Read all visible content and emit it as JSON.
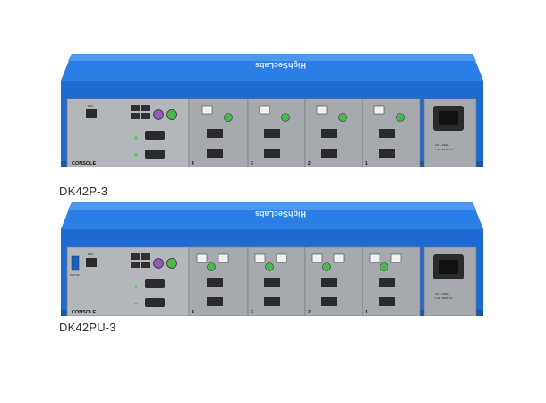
{
  "products": [
    {
      "model": "DK42P-3",
      "brand": "HighSecLabs",
      "console_label": "CONSOLE",
      "port_numbers": [
        "4",
        "3",
        "2",
        "1"
      ],
      "rdc_label": "RDC",
      "power_label_line1": "100 - 240V~",
      "power_label_line2": "1.2A, 50/60 Hz",
      "variant": "p"
    },
    {
      "model": "DK42PU-3",
      "brand": "HighSecLabs",
      "console_label": "CONSOLE",
      "port_numbers": [
        "4",
        "3",
        "2",
        "1"
      ],
      "rdc_label": "RDC",
      "usb_label": "5V/0.5A",
      "power_label_line1": "100 - 240V~",
      "power_label_line2": "1.2A, 50/60 Hz",
      "variant": "pu"
    }
  ],
  "colors": {
    "chassis_blue": "#1f6fd6",
    "chassis_dark": "#0d4a9e",
    "panel_grey": "#a9adb2",
    "led_green": "#49d24a"
  }
}
